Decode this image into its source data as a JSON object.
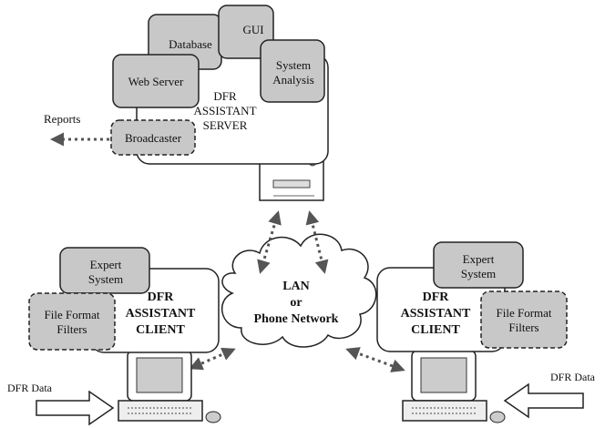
{
  "server": {
    "title_lines": [
      "DFR",
      "ASSISTANT",
      "SERVER"
    ],
    "modules": {
      "database": "Database",
      "gui": "GUI",
      "web_server": "Web Server",
      "system_analysis_lines": [
        "System",
        "Analysis"
      ],
      "broadcaster": "Broadcaster"
    },
    "reports": "Reports"
  },
  "network": {
    "lines": [
      "LAN",
      "or",
      "Phone Network"
    ]
  },
  "client_left": {
    "title_lines": [
      "DFR",
      "ASSISTANT",
      "CLIENT"
    ],
    "expert_lines": [
      "Expert",
      "System"
    ],
    "filters_lines": [
      "File Format",
      "Filters"
    ],
    "data_label": "DFR Data"
  },
  "client_right": {
    "title_lines": [
      "DFR",
      "ASSISTANT",
      "CLIENT"
    ],
    "expert_lines": [
      "Expert",
      "System"
    ],
    "filters_lines": [
      "File Format",
      "Filters"
    ],
    "data_label": "DFR Data"
  },
  "colors": {
    "module_fill": "#c8c8c8",
    "box_fill": "#ffffff",
    "stroke": "#222222",
    "dotted_arrow": "#555555"
  }
}
